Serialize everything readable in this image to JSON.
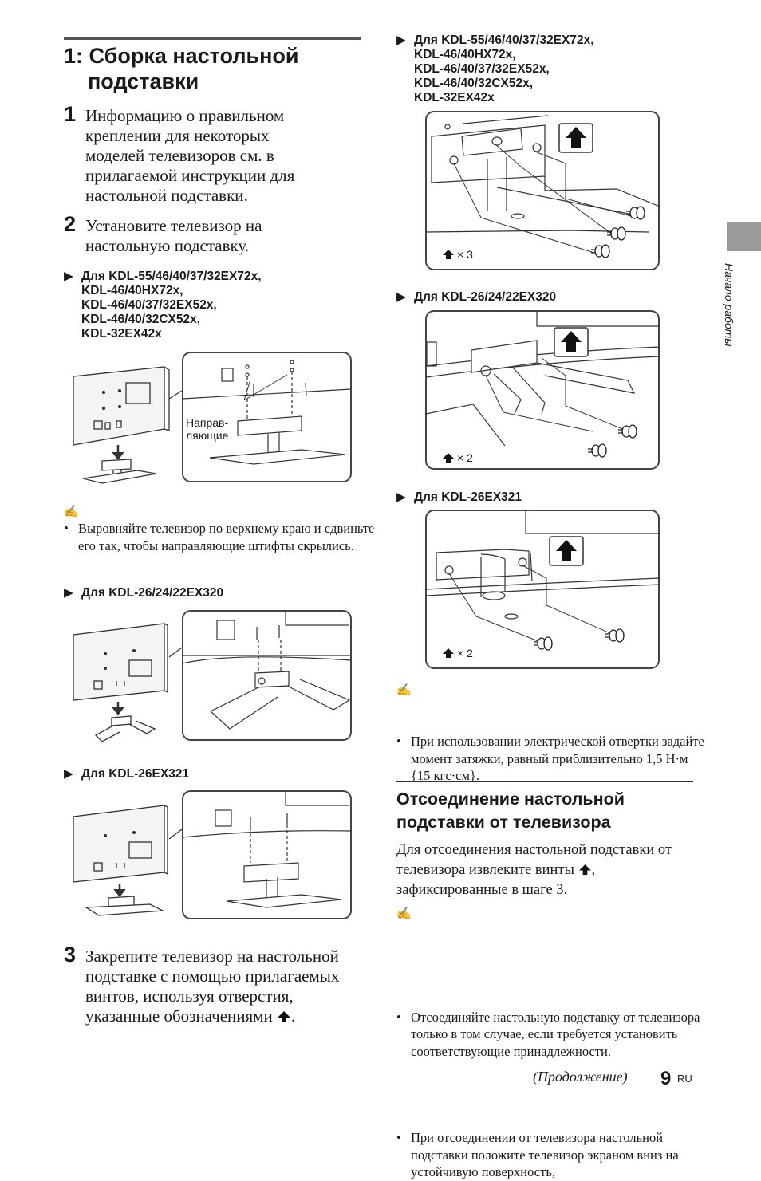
{
  "section": {
    "title_line1": "1: Сборка настольной",
    "title_line2": "подставки"
  },
  "steps": [
    {
      "num": "1",
      "text": "Информацию о правильном креплении для некоторых моделей телевизоров см. в прилагаемой инструкции для настольной подставки."
    },
    {
      "num": "2",
      "text": "Установите телевизор на настольную подставку."
    },
    {
      "num": "3",
      "text_before": "Закрепите телевизор на настольной подставке с помощью прилагаемых винтов, используя отверстия, указанные обозначениями",
      "text_after": "."
    }
  ],
  "models": {
    "group_a_line1": "Для KDL-55/46/40/37/32EX72x,",
    "group_a_line2": "KDL-46/40HX72x,",
    "group_a_line3": "KDL-46/40/37/32EX52x,",
    "group_a_line4": "KDL-46/40/32CX52x,",
    "group_a_line5": "KDL-32EX42x",
    "group_b": "Для KDL-26/24/22EX320",
    "group_c": "Для KDL-26EX321"
  },
  "figure_labels": {
    "guides_line1": "Направ-",
    "guides_line2": "ляющие",
    "count_x3": "× 3",
    "count_x2": "× 2"
  },
  "notes": {
    "note_align": "Выровняйте телевизор по верхнему краю и сдвиньте его так, чтобы направляющие штифты скрылись.",
    "note_torque": "При использовании электрической отвертки задайте момент затяжки, равный приблизительно 1,5 Н·м {15 кгс·см}."
  },
  "detach": {
    "title_line1": "Отсоединение настольной",
    "title_line2": "подставки от телевизора",
    "body_before": "Для отсоединения настольной подставки от телевизора извлеките винты",
    "body_after": ", зафиксированные в шаге 3.",
    "note1": "Отсоединяйте настольную подставку от телевизора только в том случае, если требуется установить соответствующие принадлежности.",
    "note2": "При отсоединении от телевизора настольной подставки положите телевизор экраном вниз на устойчивую поверхность,"
  },
  "side_tab": "Начало работы",
  "footer": {
    "continued": "(Продолжение)",
    "page_num": "9",
    "lang": "RU"
  }
}
